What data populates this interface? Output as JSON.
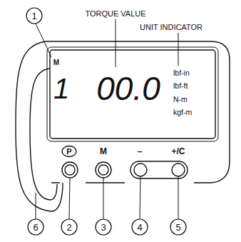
{
  "diagram": {
    "labels": [
      "TORQUE VALUE",
      "UNIT INDICATOR",
      "1",
      "M",
      "1",
      "00.0",
      "lbf-in",
      "lbf-ft",
      "N-m",
      "kgf-m",
      "P",
      "M",
      "–",
      "+/C",
      "6",
      "2",
      "3",
      "4",
      "5"
    ]
  }
}
